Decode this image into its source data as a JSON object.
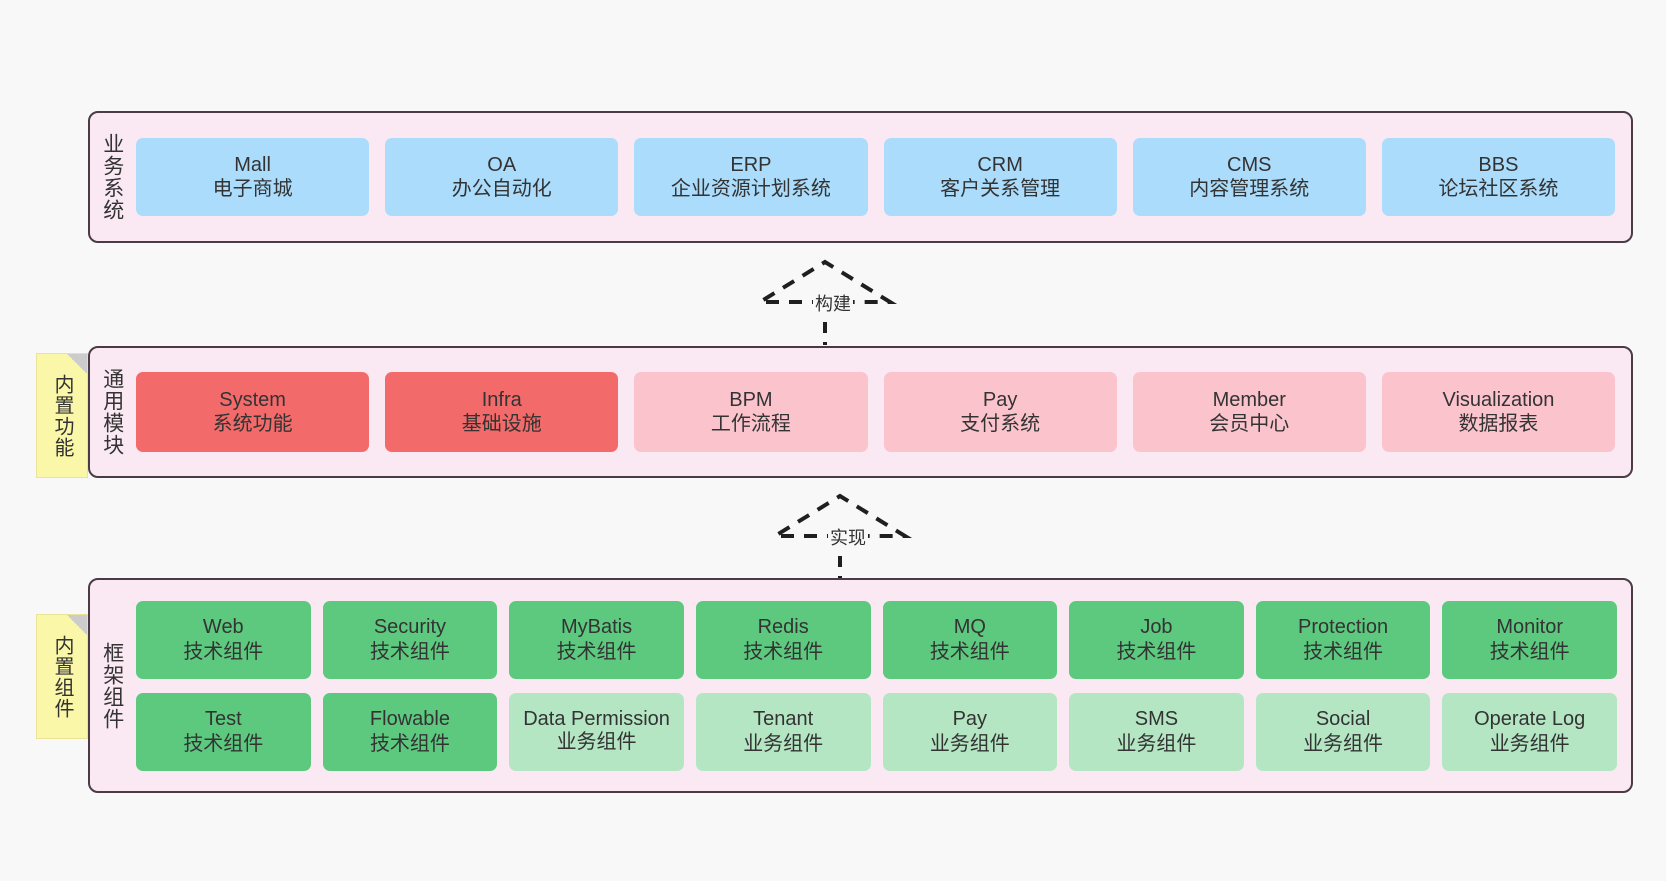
{
  "diagram": {
    "background": "#f8f8f8",
    "container_fill": "#fae9f3",
    "container_border": "#4a3b45"
  },
  "layers": [
    {
      "key": "business",
      "title": "业务系统",
      "node_color": "#abdcfb",
      "nodes": [
        {
          "en": "Mall",
          "cn": "电子商城"
        },
        {
          "en": "OA",
          "cn": "办公自动化"
        },
        {
          "en": "ERP",
          "cn": "企业资源计划系统"
        },
        {
          "en": "CRM",
          "cn": "客户关系管理"
        },
        {
          "en": "CMS",
          "cn": "内容管理系统"
        },
        {
          "en": "BBS",
          "cn": "论坛社区系统"
        }
      ]
    },
    {
      "key": "common",
      "title": "通用模块",
      "note": "内置功能",
      "node_color_strong": "#f26a6a",
      "node_color_soft": "#fbc4cd",
      "nodes": [
        {
          "en": "System",
          "cn": "系统功能",
          "emphasis": "strong"
        },
        {
          "en": "Infra",
          "cn": "基础设施",
          "emphasis": "strong"
        },
        {
          "en": "BPM",
          "cn": "工作流程",
          "emphasis": "soft"
        },
        {
          "en": "Pay",
          "cn": "支付系统",
          "emphasis": "soft"
        },
        {
          "en": "Member",
          "cn": "会员中心",
          "emphasis": "soft"
        },
        {
          "en": "Visualization",
          "cn": "数据报表",
          "emphasis": "soft"
        }
      ]
    },
    {
      "key": "framework",
      "title": "框架组件",
      "note": "内置组件",
      "node_color_tech": "#5cc97f",
      "node_color_biz": "#b5e6c4",
      "row_tech": [
        {
          "en": "Web",
          "cn": "技术组件"
        },
        {
          "en": "Security",
          "cn": "技术组件"
        },
        {
          "en": "MyBatis",
          "cn": "技术组件"
        },
        {
          "en": "Redis",
          "cn": "技术组件"
        },
        {
          "en": "MQ",
          "cn": "技术组件"
        },
        {
          "en": "Job",
          "cn": "技术组件"
        },
        {
          "en": "Protection",
          "cn": "技术组件"
        },
        {
          "en": "Monitor",
          "cn": "技术组件"
        }
      ],
      "row_biz": [
        {
          "en": "Test",
          "cn": "技术组件",
          "kind": "tech"
        },
        {
          "en": "Flowable",
          "cn": "技术组件",
          "kind": "tech"
        },
        {
          "en": "Data Permission",
          "cn": "业务组件",
          "kind": "biz"
        },
        {
          "en": "Tenant",
          "cn": "业务组件",
          "kind": "biz"
        },
        {
          "en": "Pay",
          "cn": "业务组件",
          "kind": "biz"
        },
        {
          "en": "SMS",
          "cn": "业务组件",
          "kind": "biz"
        },
        {
          "en": "Social",
          "cn": "业务组件",
          "kind": "biz"
        },
        {
          "en": "Operate Log",
          "cn": "业务组件",
          "kind": "biz"
        }
      ]
    }
  ],
  "connectors": [
    {
      "key": "build",
      "label": "构建",
      "style": "dashed-generalization"
    },
    {
      "key": "implement",
      "label": "实现",
      "style": "dashed-generalization"
    }
  ]
}
